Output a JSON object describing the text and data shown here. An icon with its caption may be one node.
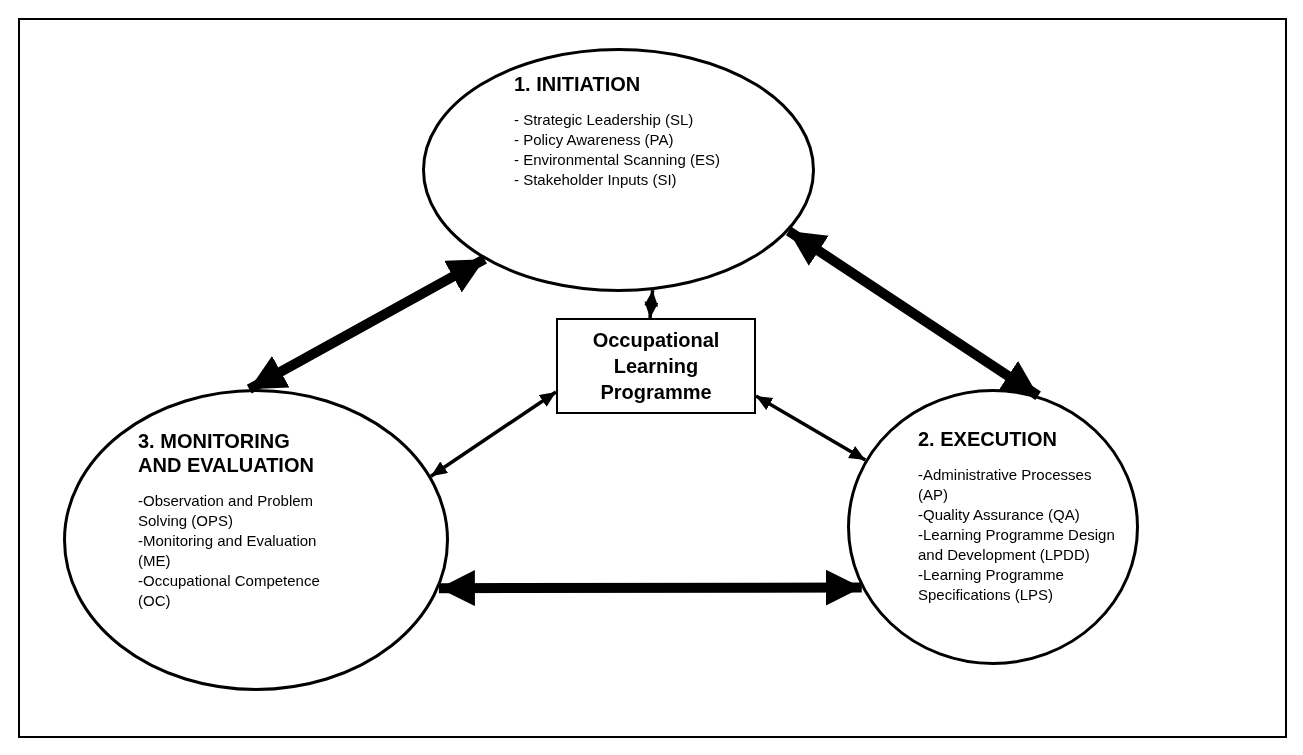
{
  "diagram": {
    "nodes": [
      {
        "text": [
          "1. INITIATION",
          "- Strategic Leadership (SL)",
          "- Policy Awareness (PA)",
          "- Environmental Scanning (ES)",
          "- Stakeholder Inputs (SI)"
        ]
      },
      {
        "text": [
          "Occupational Learning Programme"
        ]
      },
      {
        "text": [
          "3. MONITORING AND EVALUATION",
          "-Observation and Problem Solving (OPS)",
          "-Monitoring and Evaluation (ME)",
          "-Occupational Competence (OC)"
        ]
      },
      {
        "text": [
          "2. EXECUTION",
          "-Administrative Processes (AP)",
          "-Quality Assurance (QA)",
          "-Learning Programme Design and Development (LPDD)",
          "-Learning Programme Specifications (LPS)"
        ]
      }
    ],
    "edges": [
      {
        "from": 0,
        "to": 2,
        "arrow": "both",
        "style": "thick"
      },
      {
        "from": 0,
        "to": 3,
        "arrow": "both",
        "style": "thick"
      },
      {
        "from": 0,
        "to": 1,
        "arrow": "both"
      },
      {
        "from": 1,
        "to": 2,
        "arrow": "both"
      },
      {
        "from": 1,
        "to": 3,
        "arrow": "both"
      },
      {
        "from": 2,
        "to": 3,
        "arrow": "both",
        "style": "thick"
      }
    ]
  }
}
